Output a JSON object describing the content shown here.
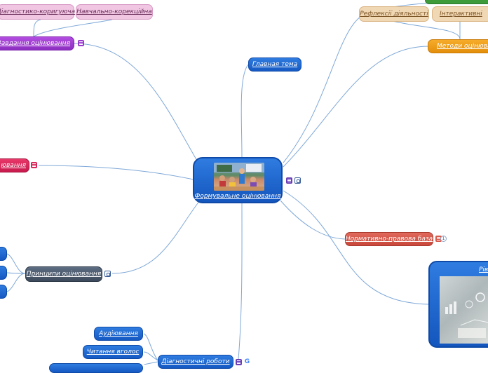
{
  "central": {
    "label": "Формувальне оцінювання",
    "image": "classroom-photo"
  },
  "topics": {
    "main_topic": "Главная тема",
    "tasks": "Завдання оцінювання",
    "diag_corr": "Діагностико-коригуюча",
    "learn_corr": "Навчально-корекційна",
    "left_mid": "ювання",
    "principles": "Принципи оцінювання",
    "reflexive": "Рефлексії діяльності",
    "interactive": "Інтерактивні",
    "methods": "Методи оцінювання",
    "normative": "Нормативно-правова база",
    "normative_count": "1",
    "levels": "Рівн",
    "audition": "Аудіювання",
    "reading": "Читання вголос",
    "diag_works": "Діагностичні роботи"
  },
  "colors": {
    "link": "#7fa8d8",
    "central": "#1f6ad3",
    "purple": "#9b3ccf",
    "crimson": "#d8265a",
    "orange": "#f0a11c",
    "red": "#d85a4b",
    "slate": "#4a586b"
  }
}
